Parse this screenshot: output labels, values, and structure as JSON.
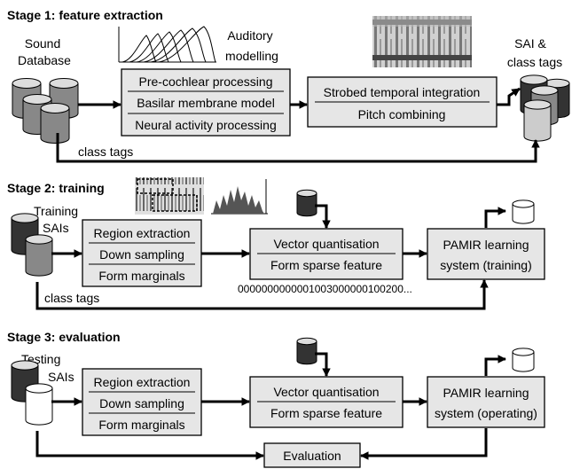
{
  "stage1": {
    "title": "Stage 1: feature extraction",
    "sound_db_line1": "Sound",
    "sound_db_line2": "Database",
    "auditory_line1": "Auditory",
    "auditory_line2": "modelling",
    "proc_box": [
      "Pre-cochlear processing",
      "Basilar membrane model",
      "Neural activity processing"
    ],
    "strobe_box": [
      "Strobed temporal integration",
      "Pitch combining"
    ],
    "sai_line1": "SAI &",
    "sai_line2": "class tags",
    "class_tags": "class tags"
  },
  "stage2": {
    "title": "Stage 2: training",
    "input_line1": "Training",
    "input_line2": "SAIs",
    "region_box": [
      "Region extraction",
      "Down sampling",
      "Form marginals"
    ],
    "vq_box": [
      "Vector quantisation",
      "Form sparse feature"
    ],
    "pamir_box": [
      "PAMIR learning",
      "system (training)"
    ],
    "sparse_vector": "0000000000001003000000100200...",
    "class_tags": "class tags"
  },
  "stage3": {
    "title": "Stage 3: evaluation",
    "input_line1": "Testing",
    "input_line2": "SAIs",
    "region_box": [
      "Region extraction",
      "Down sampling",
      "Form marginals"
    ],
    "vq_box": [
      "Vector quantisation",
      "Form sparse feature"
    ],
    "pamir_box": [
      "PAMIR learning",
      "system (operating)"
    ],
    "evaluation": "Evaluation"
  },
  "colors": {
    "box_fill": "#e6e6e6",
    "cyl_dark": "#333333",
    "cyl_mid": "#888888",
    "cyl_light": "#cccccc",
    "cyl_white": "#ffffff"
  }
}
